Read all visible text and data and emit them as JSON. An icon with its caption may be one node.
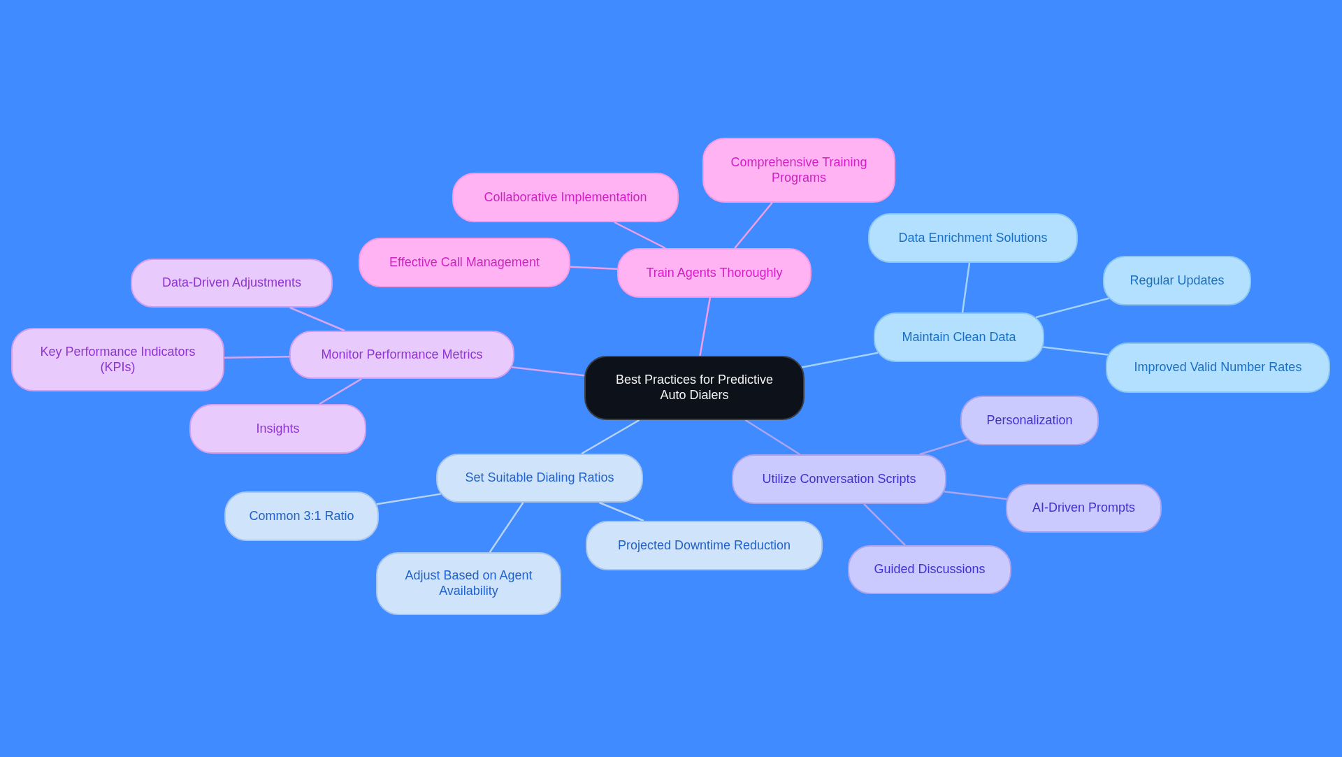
{
  "diagram": {
    "nodes": [
      {
        "text": [
          "Best Practices for Predictive Auto Dialers"
        ]
      },
      {
        "text": [
          "Train Agents Thoroughly"
        ]
      },
      {
        "text": [
          "Collaborative Implementation"
        ]
      },
      {
        "text": [
          "Comprehensive Training Programs"
        ]
      },
      {
        "text": [
          "Effective Call Management"
        ]
      },
      {
        "text": [
          "Maintain Clean Data"
        ]
      },
      {
        "text": [
          "Data Enrichment Solutions"
        ]
      },
      {
        "text": [
          "Regular Updates"
        ]
      },
      {
        "text": [
          "Improved Valid Number Rates"
        ]
      },
      {
        "text": [
          "Utilize Conversation Scripts"
        ]
      },
      {
        "text": [
          "Personalization"
        ]
      },
      {
        "text": [
          "AI-Driven Prompts"
        ]
      },
      {
        "text": [
          "Guided Discussions"
        ]
      },
      {
        "text": [
          "Set Suitable Dialing Ratios"
        ]
      },
      {
        "text": [
          "Common 3:1 Ratio"
        ]
      },
      {
        "text": [
          "Adjust Based on Agent Availability"
        ]
      },
      {
        "text": [
          "Projected Downtime Reduction"
        ]
      },
      {
        "text": [
          "Monitor Performance Metrics"
        ]
      },
      {
        "text": [
          "Data-Driven Adjustments"
        ]
      },
      {
        "text": [
          "Key Performance Indicators (KPIs)"
        ]
      },
      {
        "text": [
          "Insights"
        ]
      }
    ],
    "edges": [
      {
        "from": 0,
        "to": 1,
        "arrow": "none",
        "color": "#f29ee6"
      },
      {
        "from": 1,
        "to": 2,
        "arrow": "none",
        "color": "#f29ee6"
      },
      {
        "from": 1,
        "to": 3,
        "arrow": "none",
        "color": "#f29ee6"
      },
      {
        "from": 1,
        "to": 4,
        "arrow": "none",
        "color": "#f29ee6"
      },
      {
        "from": 0,
        "to": 5,
        "arrow": "none",
        "color": "#a3d3fb"
      },
      {
        "from": 5,
        "to": 6,
        "arrow": "none",
        "color": "#a3d3fb"
      },
      {
        "from": 5,
        "to": 7,
        "arrow": "none",
        "color": "#a3d3fb"
      },
      {
        "from": 5,
        "to": 8,
        "arrow": "none",
        "color": "#a3d3fb"
      },
      {
        "from": 0,
        "to": 9,
        "arrow": "none",
        "color": "#aba6f0"
      },
      {
        "from": 9,
        "to": 10,
        "arrow": "none",
        "color": "#aba6f0"
      },
      {
        "from": 9,
        "to": 11,
        "arrow": "none",
        "color": "#aba6f0"
      },
      {
        "from": 9,
        "to": 12,
        "arrow": "none",
        "color": "#aba6f0"
      },
      {
        "from": 0,
        "to": 13,
        "arrow": "none",
        "color": "#b9d3f3"
      },
      {
        "from": 13,
        "to": 14,
        "arrow": "none",
        "color": "#b9d3f3"
      },
      {
        "from": 13,
        "to": 15,
        "arrow": "none",
        "color": "#b9d3f3"
      },
      {
        "from": 13,
        "to": 16,
        "arrow": "none",
        "color": "#b9d3f3"
      },
      {
        "from": 0,
        "to": 17,
        "arrow": "none",
        "color": "#d6a6f3"
      },
      {
        "from": 17,
        "to": 18,
        "arrow": "none",
        "color": "#d6a6f3"
      },
      {
        "from": 17,
        "to": 19,
        "arrow": "none",
        "color": "#d6a6f3"
      },
      {
        "from": 17,
        "to": 20,
        "arrow": "none",
        "color": "#d6a6f3"
      }
    ]
  }
}
